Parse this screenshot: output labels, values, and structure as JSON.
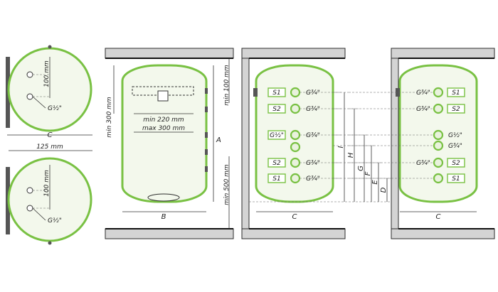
{
  "top_views": {
    "upper": {
      "dim_a": "100 mm",
      "fitting": "G½\""
    },
    "lower": {
      "dim_a": "100 mm",
      "fitting": "G½\""
    },
    "width_label": "C",
    "spacing": "125 mm"
  },
  "side_view": {
    "bracket_range_1": "min 220 mm",
    "bracket_range_2": "max 300 mm",
    "top_clearance": "min 100 mm",
    "bracket_height": "min 300 mm",
    "bottom_clearance": "min 500 mm",
    "height_label": "A",
    "width_label": "B"
  },
  "front_left": {
    "rows": [
      {
        "code": "S1",
        "thread": "G¾\""
      },
      {
        "code": "S2",
        "thread": "G¾\""
      },
      {
        "code": "G½\"",
        "thread": "G¾\""
      },
      {
        "code": "S2",
        "thread": "G¾\""
      },
      {
        "code": "S1",
        "thread": "G¾\""
      }
    ],
    "width_label": "C",
    "heights": [
      "I",
      "H",
      "G",
      "F",
      "E",
      "D"
    ]
  },
  "front_right": {
    "rows": [
      {
        "code": "S1",
        "thread": "G¾\""
      },
      {
        "code": "S2",
        "thread": "G¾\""
      },
      {
        "code": "G½\"",
        "thread": ""
      },
      {
        "code": "G¾\"",
        "thread": ""
      },
      {
        "code": "S2",
        "thread": "G¾\""
      },
      {
        "code": "S1",
        "thread": ""
      }
    ],
    "width_label": "C"
  }
}
